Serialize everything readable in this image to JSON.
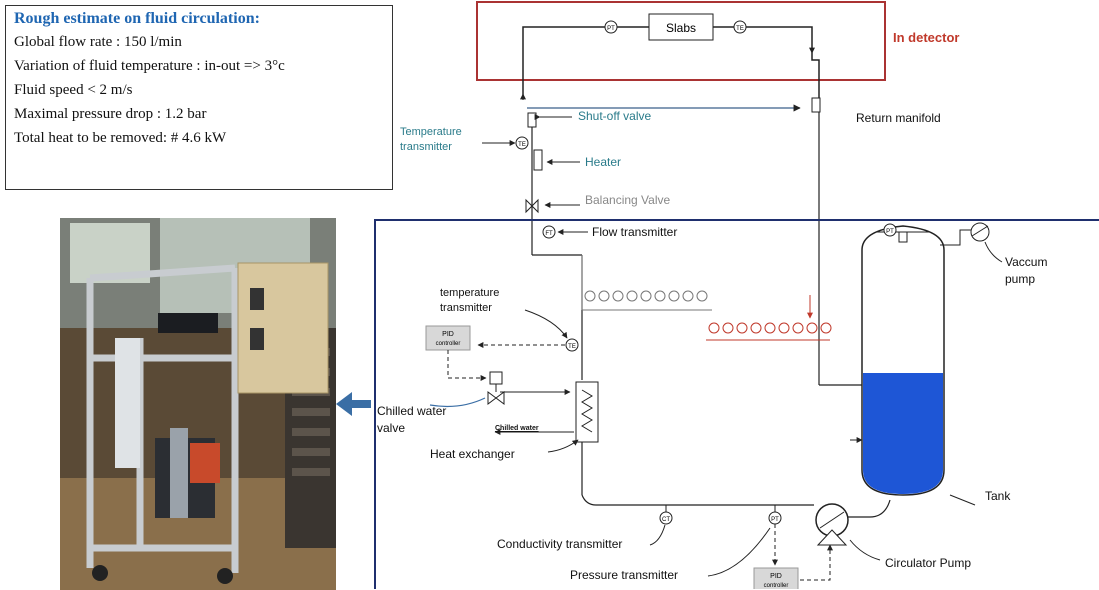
{
  "estimate": {
    "title": "Rough estimate on fluid circulation:",
    "lines": [
      "Global flow rate : 150 l/min",
      "Variation of fluid temperature : in-out => 3°c",
      "Fluid speed < 2 m/s",
      "Maximal pressure drop : 1.2 bar",
      "Total heat to be removed: # 4.6 kW"
    ]
  },
  "detector": {
    "slabs": "Slabs",
    "label": "In detector",
    "label_color": "#c0392b"
  },
  "labels": {
    "shutoff_valve": "Shut-off valve",
    "return_manifold": "Return manifold",
    "temperature_transmitter_1": [
      "Temperature",
      "transmitter"
    ],
    "heater": "Heater",
    "balancing_valve": "Balancing Valve",
    "flow_transmitter": "Flow transmitter",
    "vaccum_pump": [
      "Vaccum",
      "pump"
    ],
    "temperature_transmitter_2": [
      "temperature",
      "transmitter"
    ],
    "pid_controller": [
      "PID",
      "controller"
    ],
    "chilled_water_valve": [
      "Chilled water",
      "valve"
    ],
    "chilled_water": "Chilled water",
    "heat_exchanger": "Heat exchanger",
    "tank": "Tank",
    "conductivity_transmitter": "Conductivity transmitter",
    "pressure_transmitter": "Pressure transmitter",
    "circulator_pump": "Circulator Pump"
  },
  "instrument_tags": {
    "pt": "PT",
    "te": "TE",
    "ft": "FT",
    "ct": "CT",
    "te_detector": "TE"
  },
  "colors": {
    "detector_box": "#a33",
    "system_box": "#1f2f6e",
    "tank_fluid": "#1e56d6",
    "teal_text": "#2a7b8a",
    "arrow_fill": "#3a6ea5"
  }
}
